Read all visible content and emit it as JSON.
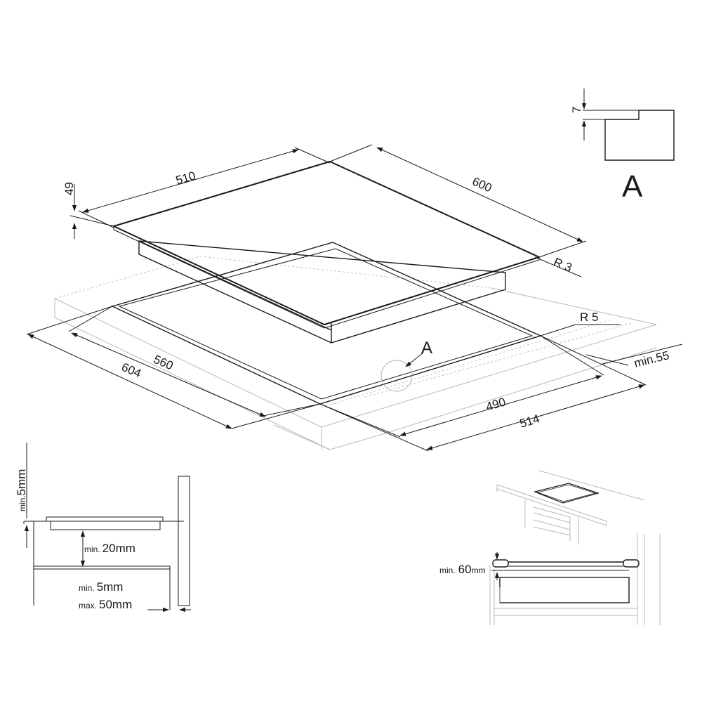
{
  "main_view": {
    "dims": {
      "hob_width": "510",
      "hob_depth": "600",
      "hob_height": "49",
      "hob_radius": "R 3",
      "cutout_radius": "R 5",
      "cutout_width": "560",
      "worktop_width": "604",
      "cutout_depth": "490",
      "worktop_depth": "514",
      "edge_distance": "min.55"
    },
    "detail_callout": "A"
  },
  "detail_a": {
    "label": "A",
    "thickness": "7"
  },
  "side_view": {
    "top_clearance": {
      "prefix": "min.",
      "value": "5mm"
    },
    "below_clearance": {
      "prefix": "min.",
      "value": "20mm"
    },
    "rear_min": {
      "prefix": "min.",
      "value": "5mm"
    },
    "rear_max": {
      "prefix": "max.",
      "value": "50mm"
    }
  },
  "oven_view": {
    "clearance": {
      "prefix": "min.",
      "value": "60",
      "unit": "mm"
    }
  }
}
